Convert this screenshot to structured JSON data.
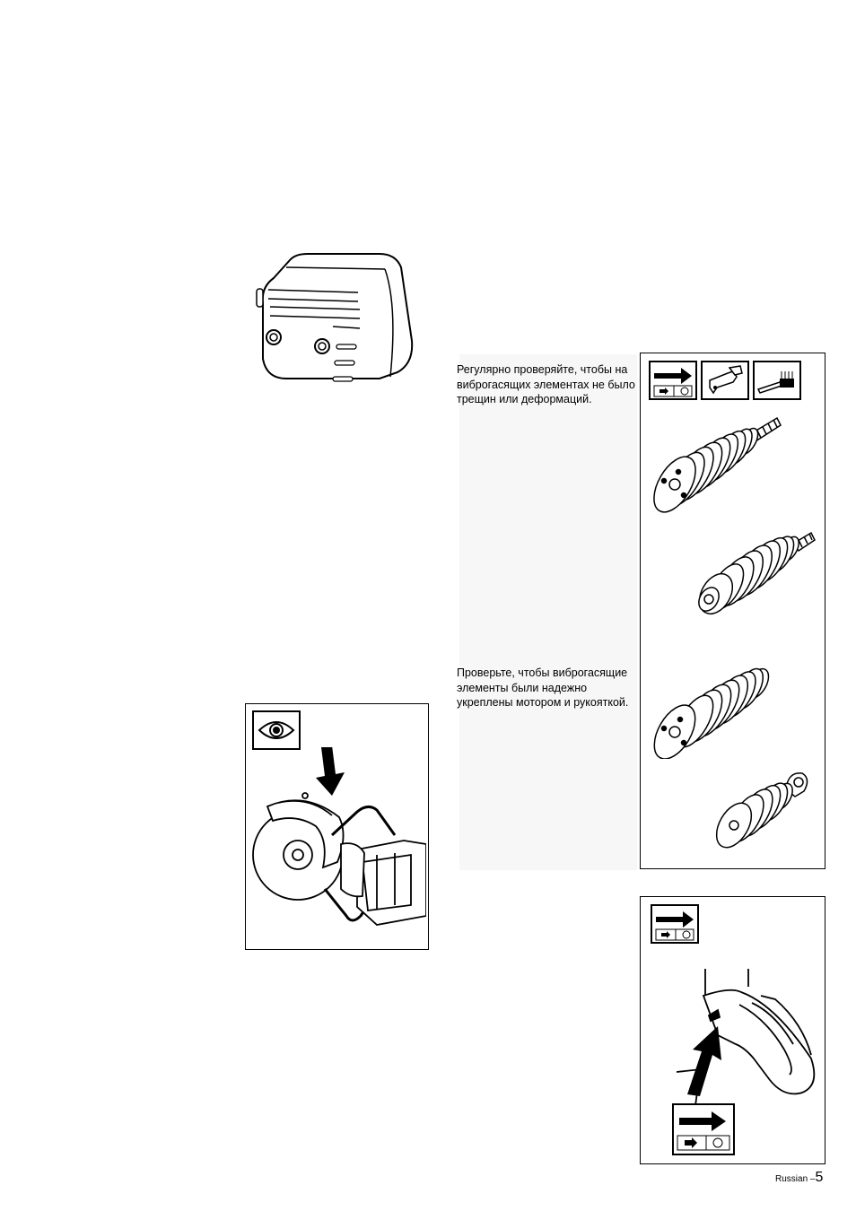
{
  "text_blocks": {
    "check_vibration_cracks": "Регулярно проверяйте, чтобы на виброгасящих элементах не было трещин или деформаций.",
    "check_vibration_fixed": "Проверьте, чтобы виброгасящие элементы были надежно укреплены мотором и рукояткой."
  },
  "footer": {
    "language": "Russian",
    "dash": "–",
    "page_number": "5"
  },
  "icons": {
    "muffler": "muffler-illustration",
    "inspect": "eye-icon",
    "arrow_down": "arrow-down-icon",
    "saw": "cutoff-saw-guard-illustration",
    "stop_tile": "arrow-stop-icon",
    "tool_tile": "wrench-icon",
    "brush_tile": "brush-icon",
    "damper": "vibration-damper-icon",
    "stop_switch": "stop-switch-illustration",
    "arrow_up": "arrow-up-icon"
  },
  "colors": {
    "ink": "#000000",
    "paper": "#ffffff",
    "shade": "#f7f7f7"
  }
}
